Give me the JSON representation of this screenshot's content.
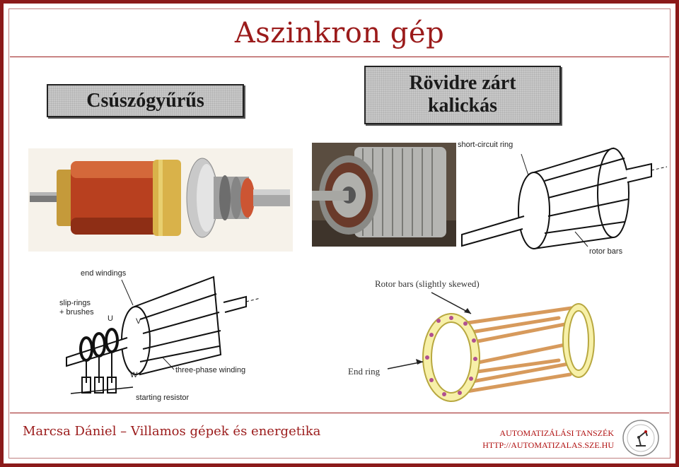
{
  "slide": {
    "title": "Aszinkron gép",
    "left_label": "Csúszógyűrűs",
    "right_label_line1": "Rövidre zárt",
    "right_label_line2": "kalickás",
    "footer": "Marcsa Dániel – Villamos gépek és energetika",
    "dept_line1": "AUTOMATIZÁLÁSI TANSZÉK",
    "dept_line2": "HTTP://AUTOMATIZALAS.SZE.HU"
  },
  "diagrams": {
    "cage": {
      "short_circuit_ring": "short-circuit ring",
      "rotor_bars": "rotor bars"
    },
    "wound": {
      "end_windings": "end windings",
      "slip_rings_1": "slip-rings",
      "slip_rings_2": "+ brushes",
      "u": "U",
      "v": "V",
      "w": "W",
      "three_phase": "three-phase winding",
      "starting_resistor": "starting resistor"
    },
    "skewed": {
      "rotor_bars_skewed": "Rotor bars (slightly skewed)",
      "end_ring": "End ring"
    }
  },
  "colors": {
    "brand": "#9b1b1b",
    "frame": "#8b1a1a"
  }
}
